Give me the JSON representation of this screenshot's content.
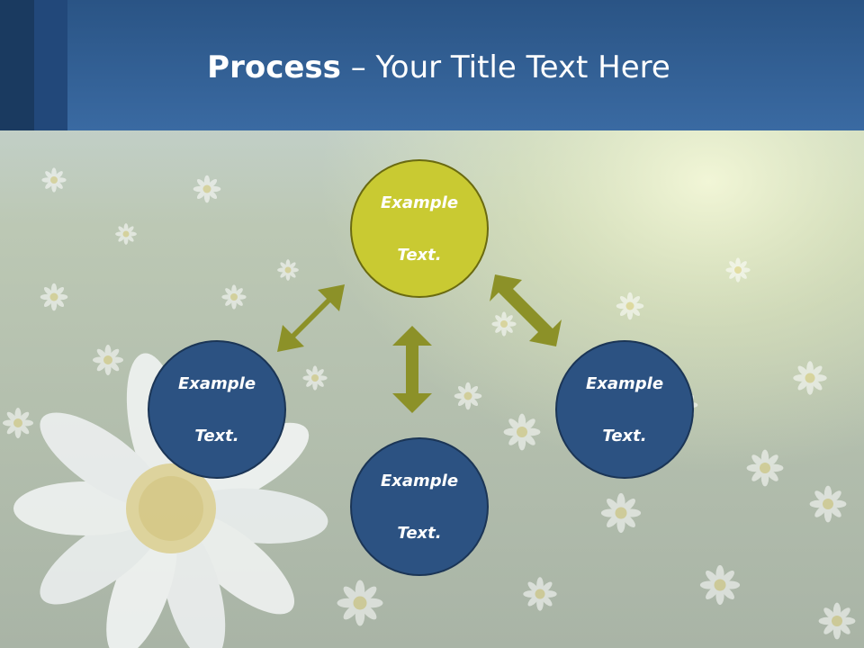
{
  "title": {
    "bold": "Process",
    "dash": " – ",
    "rest": "Your Title Text Here"
  },
  "nodes": {
    "top": {
      "line1": "Example",
      "line2": "Text."
    },
    "left": {
      "line1": "Example",
      "line2": "Text."
    },
    "right": {
      "line1": "Example",
      "line2": "Text."
    },
    "bottom": {
      "line1": "Example",
      "line2": "Text."
    }
  },
  "colors": {
    "header": "#3a6aa2",
    "node_blue": "#2c5282",
    "node_green": "#c9ca32",
    "arrow": "#8c9128"
  },
  "icons": {
    "background": "daisy-field-photo"
  }
}
